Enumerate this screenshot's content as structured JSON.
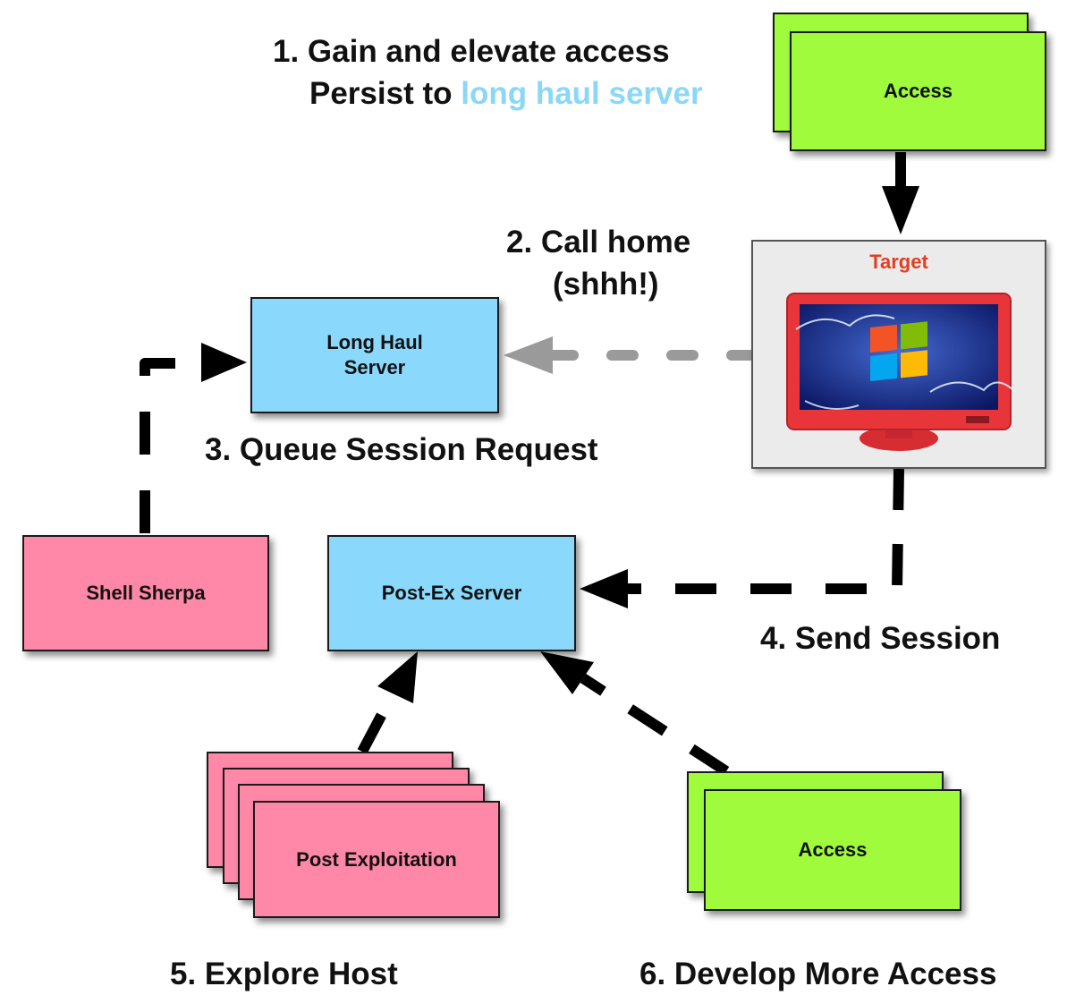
{
  "steps": {
    "step1_line1": "1. Gain and elevate access",
    "step1_line2_prefix": "Persist to ",
    "step1_line2_highlight": "long haul server",
    "step2_line1": "2. Call home",
    "step2_line2": "(shhh!)",
    "step3": "3. Queue Session Request",
    "step4": "4. Send Session",
    "step5": "5. Explore Host",
    "step6": "6. Develop More Access"
  },
  "nodes": {
    "access_top": "Access",
    "target_title": "Target",
    "long_haul_line1": "Long Haul",
    "long_haul_line2": "Server",
    "shell_sherpa": "Shell Sherpa",
    "postex_server": "Post-Ex Server",
    "post_exploitation": "Post Exploitation",
    "access_bottom": "Access"
  },
  "colors": {
    "access": "#9ffb3c",
    "tool": "#ff87a7",
    "server": "#8ad9fd",
    "highlight": "#8ad7f7",
    "target_title": "#e33d20"
  },
  "icons": {
    "target": "windows-monitor-icon"
  }
}
